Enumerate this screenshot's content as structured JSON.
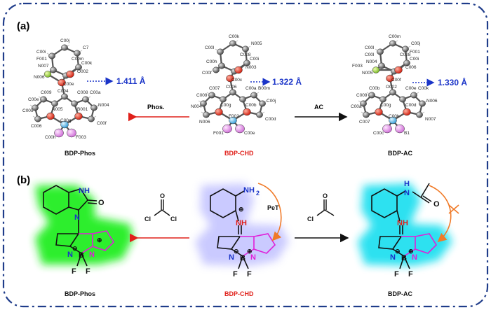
{
  "panel_a": {
    "label": "(a)",
    "phos": {
      "name": "BDP-Phos",
      "bond_length": "1.411 Å",
      "atoms": [
        "C00j",
        "C00i",
        "N007",
        "C00m",
        "C00k",
        "C7",
        "C00e",
        "O002",
        "N006",
        "C004",
        "C009",
        "C008",
        "C00e",
        "C005",
        "C006",
        "N005",
        "C00a",
        "N004",
        "C00f",
        "B001",
        "C00g",
        "C00h",
        "F003",
        "F001"
      ]
    },
    "chd": {
      "name": "BDP-CHD",
      "bond_length": "1.322 Å",
      "atoms": [
        "C00k",
        "C00l",
        "C00h",
        "C008",
        "C00i",
        "N005",
        "C00c",
        "N003",
        "C00f",
        "C006",
        "C007",
        "C00a",
        "C009",
        "N004",
        "N006",
        "C00g",
        "B00m",
        "C00j",
        "C00d",
        "C00b",
        "F002",
        "F001",
        "C00e"
      ]
    },
    "ac": {
      "name": "BDP-AC",
      "bond_length": "1.330 Å",
      "atoms": [
        "C00m",
        "C00l",
        "N004",
        "C008",
        "C00i",
        "C00j",
        "C00f",
        "C006",
        "N005",
        "O002",
        "C00b",
        "C00e",
        "C009",
        "C00a",
        "C007",
        "C00g",
        "C00k",
        "N006",
        "N007",
        "C00d",
        "C00h",
        "C00c",
        "B1",
        "C00l",
        "F001",
        "F003"
      ]
    },
    "arrow_left_label": "Phos.",
    "arrow_right_label": "AC"
  },
  "panel_b": {
    "label": "(b)",
    "phos": {
      "name": "BDP-Phos",
      "nh": "NH",
      "n": "N",
      "o": "O",
      "f1": "F",
      "f2": "F",
      "b": "B",
      "n1": "N",
      "n2": "N",
      "minus": "⊖",
      "plus": "⊕"
    },
    "chd": {
      "name": "BDP-CHD",
      "nh2": "NH",
      "nh2_sub": "2",
      "nh": "NH",
      "plus_top": "⊕",
      "pet": "PeT"
    },
    "ac": {
      "name": "BDP-AC",
      "h": "H",
      "n_top": "N",
      "nh": "NH",
      "o": "O"
    },
    "reagent_left": {
      "cl1": "Cl",
      "cl2": "Cl",
      "o": "O"
    },
    "reagent_right": {
      "cl": "Cl",
      "o": "O"
    }
  },
  "colors": {
    "frame": "#1f3c8a",
    "red": "#e0201a",
    "blue": "#1a34c8",
    "magenta": "#e020d8",
    "green_glow": "#22ee22",
    "cyan_glow": "#22e0f0",
    "lavender_glow": "#c8c8ff",
    "orange": "#f07a28"
  }
}
